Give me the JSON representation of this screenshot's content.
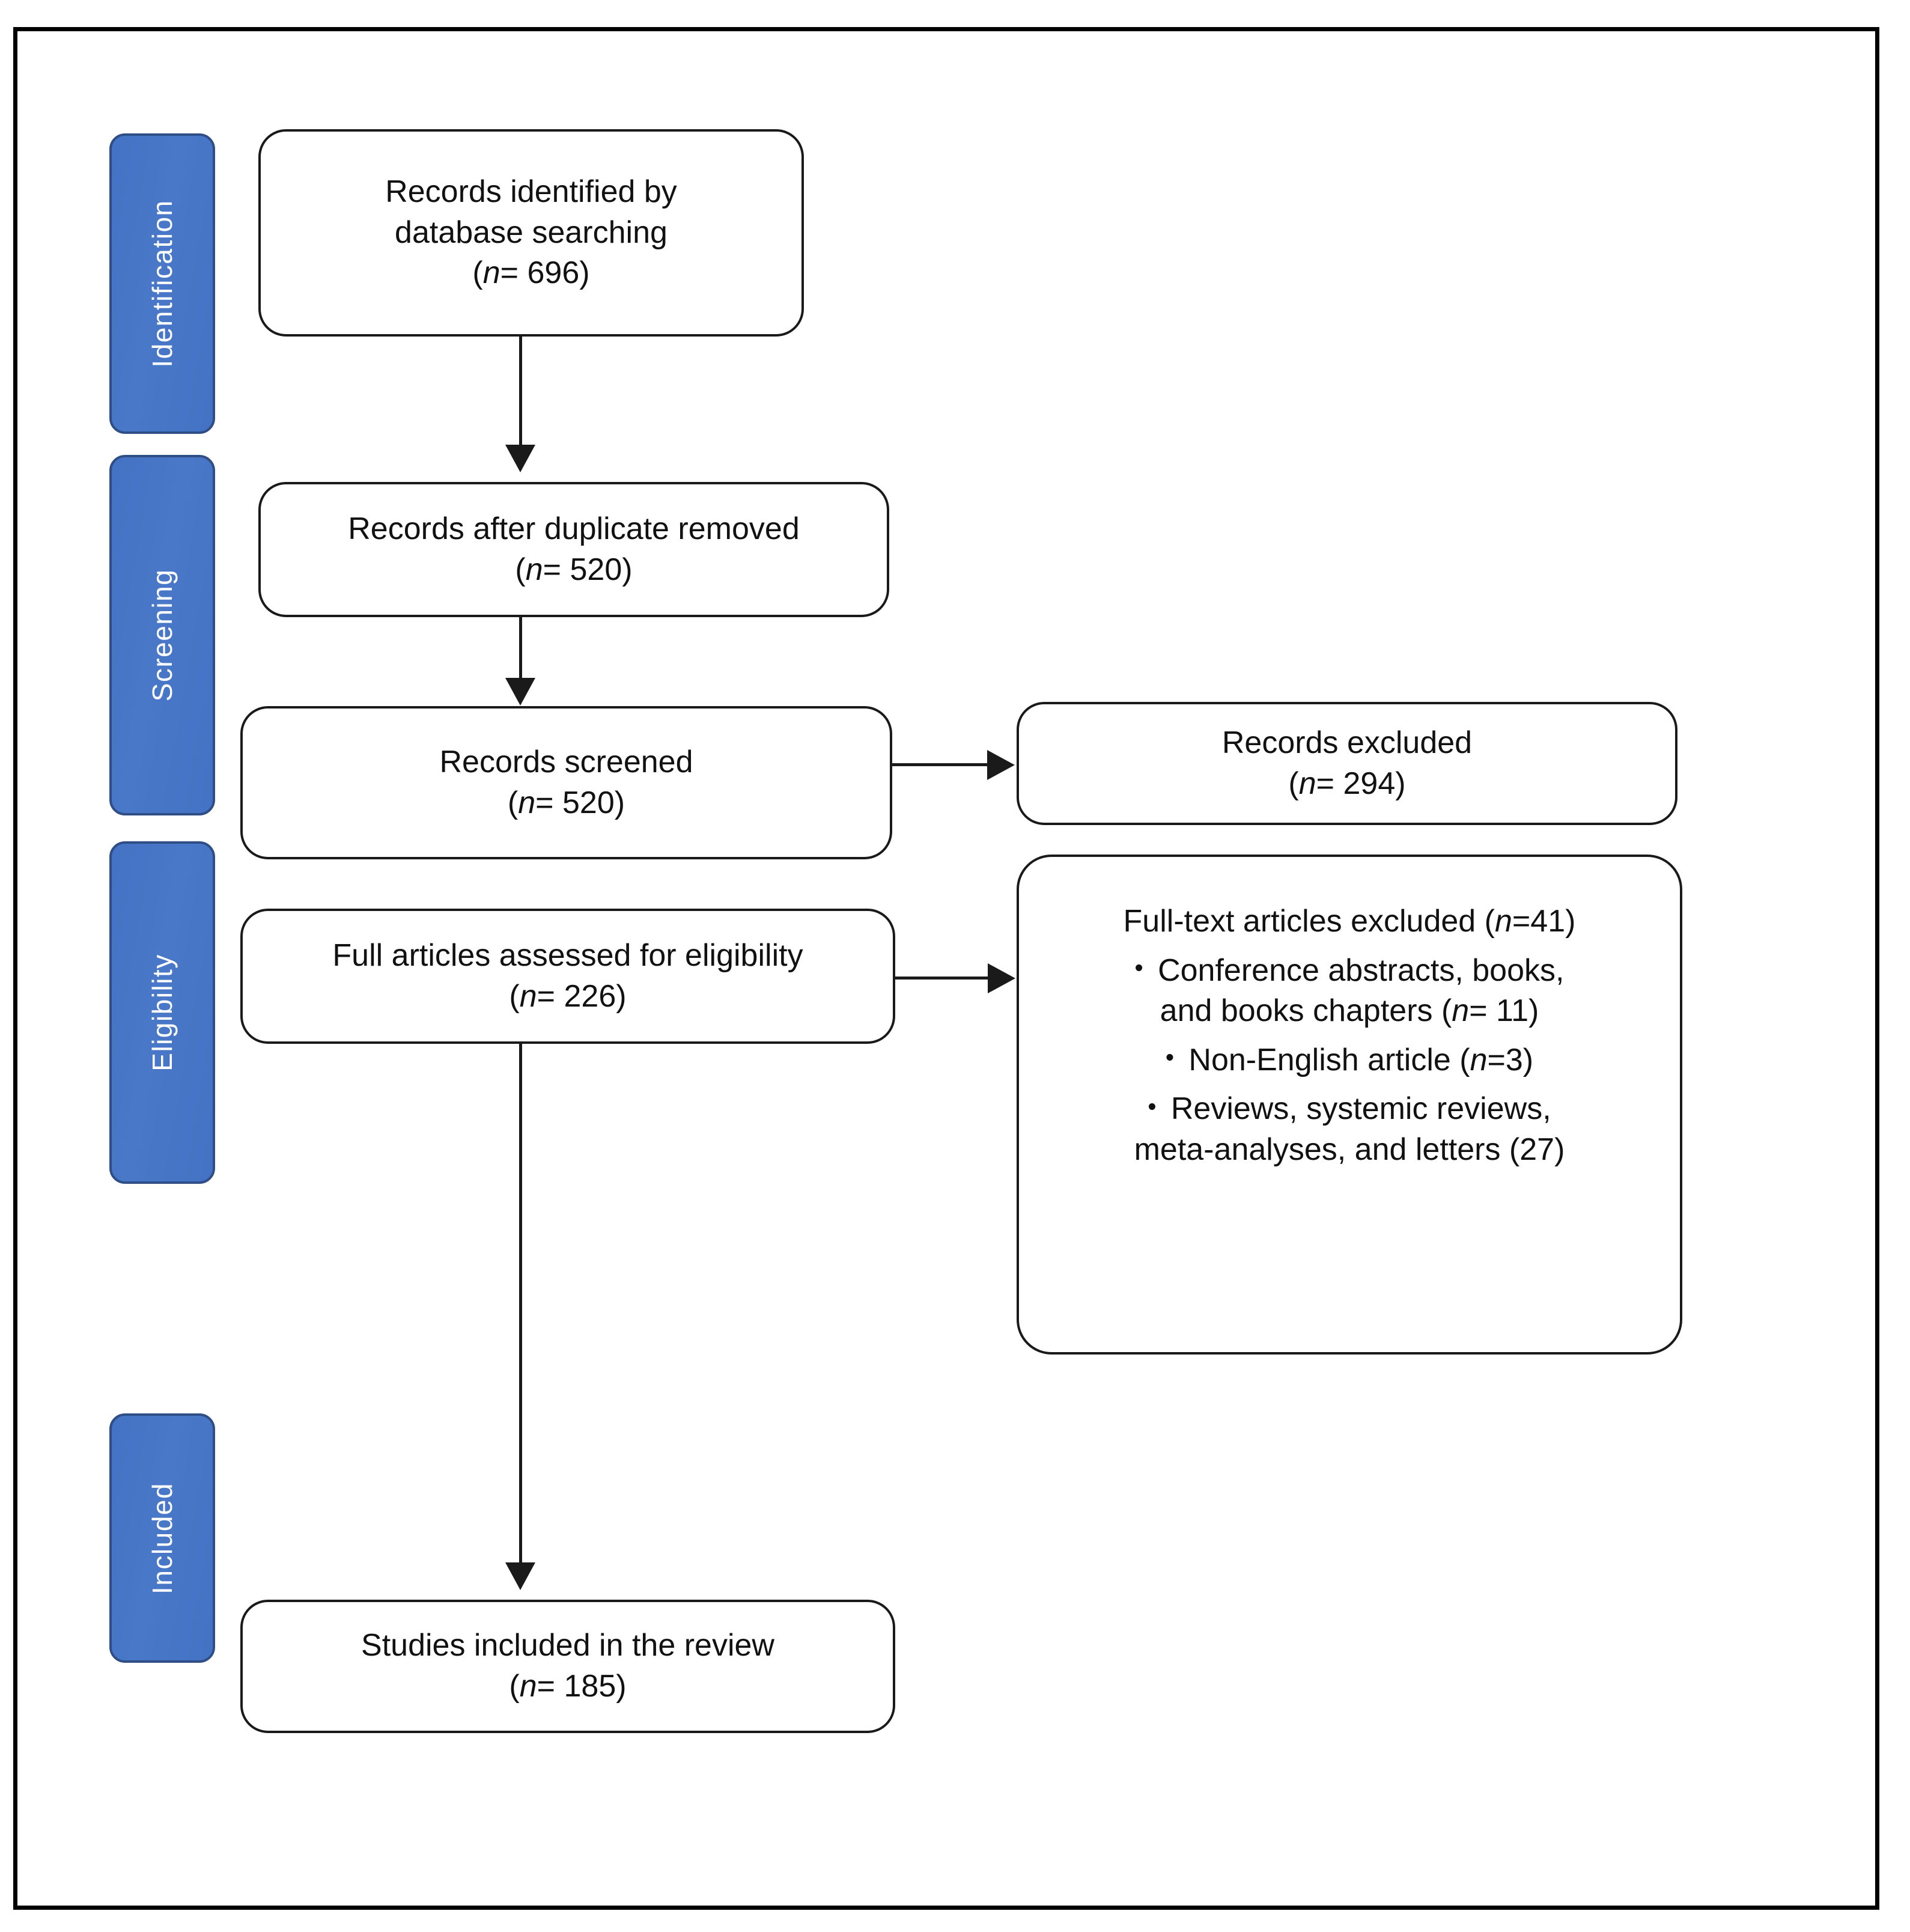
{
  "diagram": {
    "type": "prisma-flow-diagram",
    "title": "PRISMA study selection flow diagram",
    "accent_color": "#4472C4",
    "border_color": "#2F4E86",
    "line_color": "#1a1a1a",
    "background_color": "#ffffff"
  },
  "phases": [
    {
      "id": "identification",
      "label": "Identification"
    },
    {
      "id": "screening",
      "label": "Screening"
    },
    {
      "id": "eligibility",
      "label": "Eligibility"
    },
    {
      "id": "included",
      "label": "Included"
    }
  ],
  "boxes": {
    "identified": {
      "line1": "Records identified by",
      "line2": "database searching",
      "count_prefix": "(",
      "count_n": "n",
      "count_value": "= 696)"
    },
    "deduplicated": {
      "line1": "Records after duplicate removed",
      "count_prefix": "(",
      "count_n": "n",
      "count_value": "= 520)"
    },
    "screened": {
      "line1": "Records screened",
      "count_prefix": "(",
      "count_n": "n",
      "count_value": "= 520)"
    },
    "records_excluded": {
      "line1": "Records excluded",
      "count_prefix": "(",
      "count_n": "n",
      "count_value": "= 294)"
    },
    "eligibility_assessed": {
      "line1": "Full articles assessed for eligibility",
      "count_prefix": "(",
      "count_n": "n",
      "count_value": "= 226)"
    },
    "fulltext_excluded": {
      "heading_pre": "Full-text articles excluded (",
      "heading_n": "n",
      "heading_post": "=41)",
      "bullet_marker": "•",
      "items": [
        {
          "line1": "Conference abstracts, books,",
          "line2_pre": "and books chapters (",
          "line2_n": "n",
          "line2_post": "= 11)"
        },
        {
          "line1_pre": "Non-English article (",
          "line1_n": "n",
          "line1_post": "=3)"
        },
        {
          "line1": "Reviews, systemic reviews,",
          "line2": "meta-analyses, and letters (27)"
        }
      ]
    },
    "included_studies": {
      "line1": "Studies included in the review",
      "count_prefix": "(",
      "count_n": "n",
      "count_value": "= 185)"
    }
  },
  "connectors": [
    {
      "id": "identified-to-deduplicated",
      "from": "identified",
      "to": "deduplicated",
      "direction": "down"
    },
    {
      "id": "deduplicated-to-screened",
      "from": "deduplicated",
      "to": "screened",
      "direction": "down"
    },
    {
      "id": "screened-to-excluded",
      "from": "screened",
      "to": "records_excluded",
      "direction": "right"
    },
    {
      "id": "eligibility-to-fulltext-excluded",
      "from": "eligibility_assessed",
      "to": "fulltext_excluded",
      "direction": "right"
    },
    {
      "id": "eligibility-to-included",
      "from": "eligibility_assessed",
      "to": "included_studies",
      "direction": "down"
    }
  ]
}
